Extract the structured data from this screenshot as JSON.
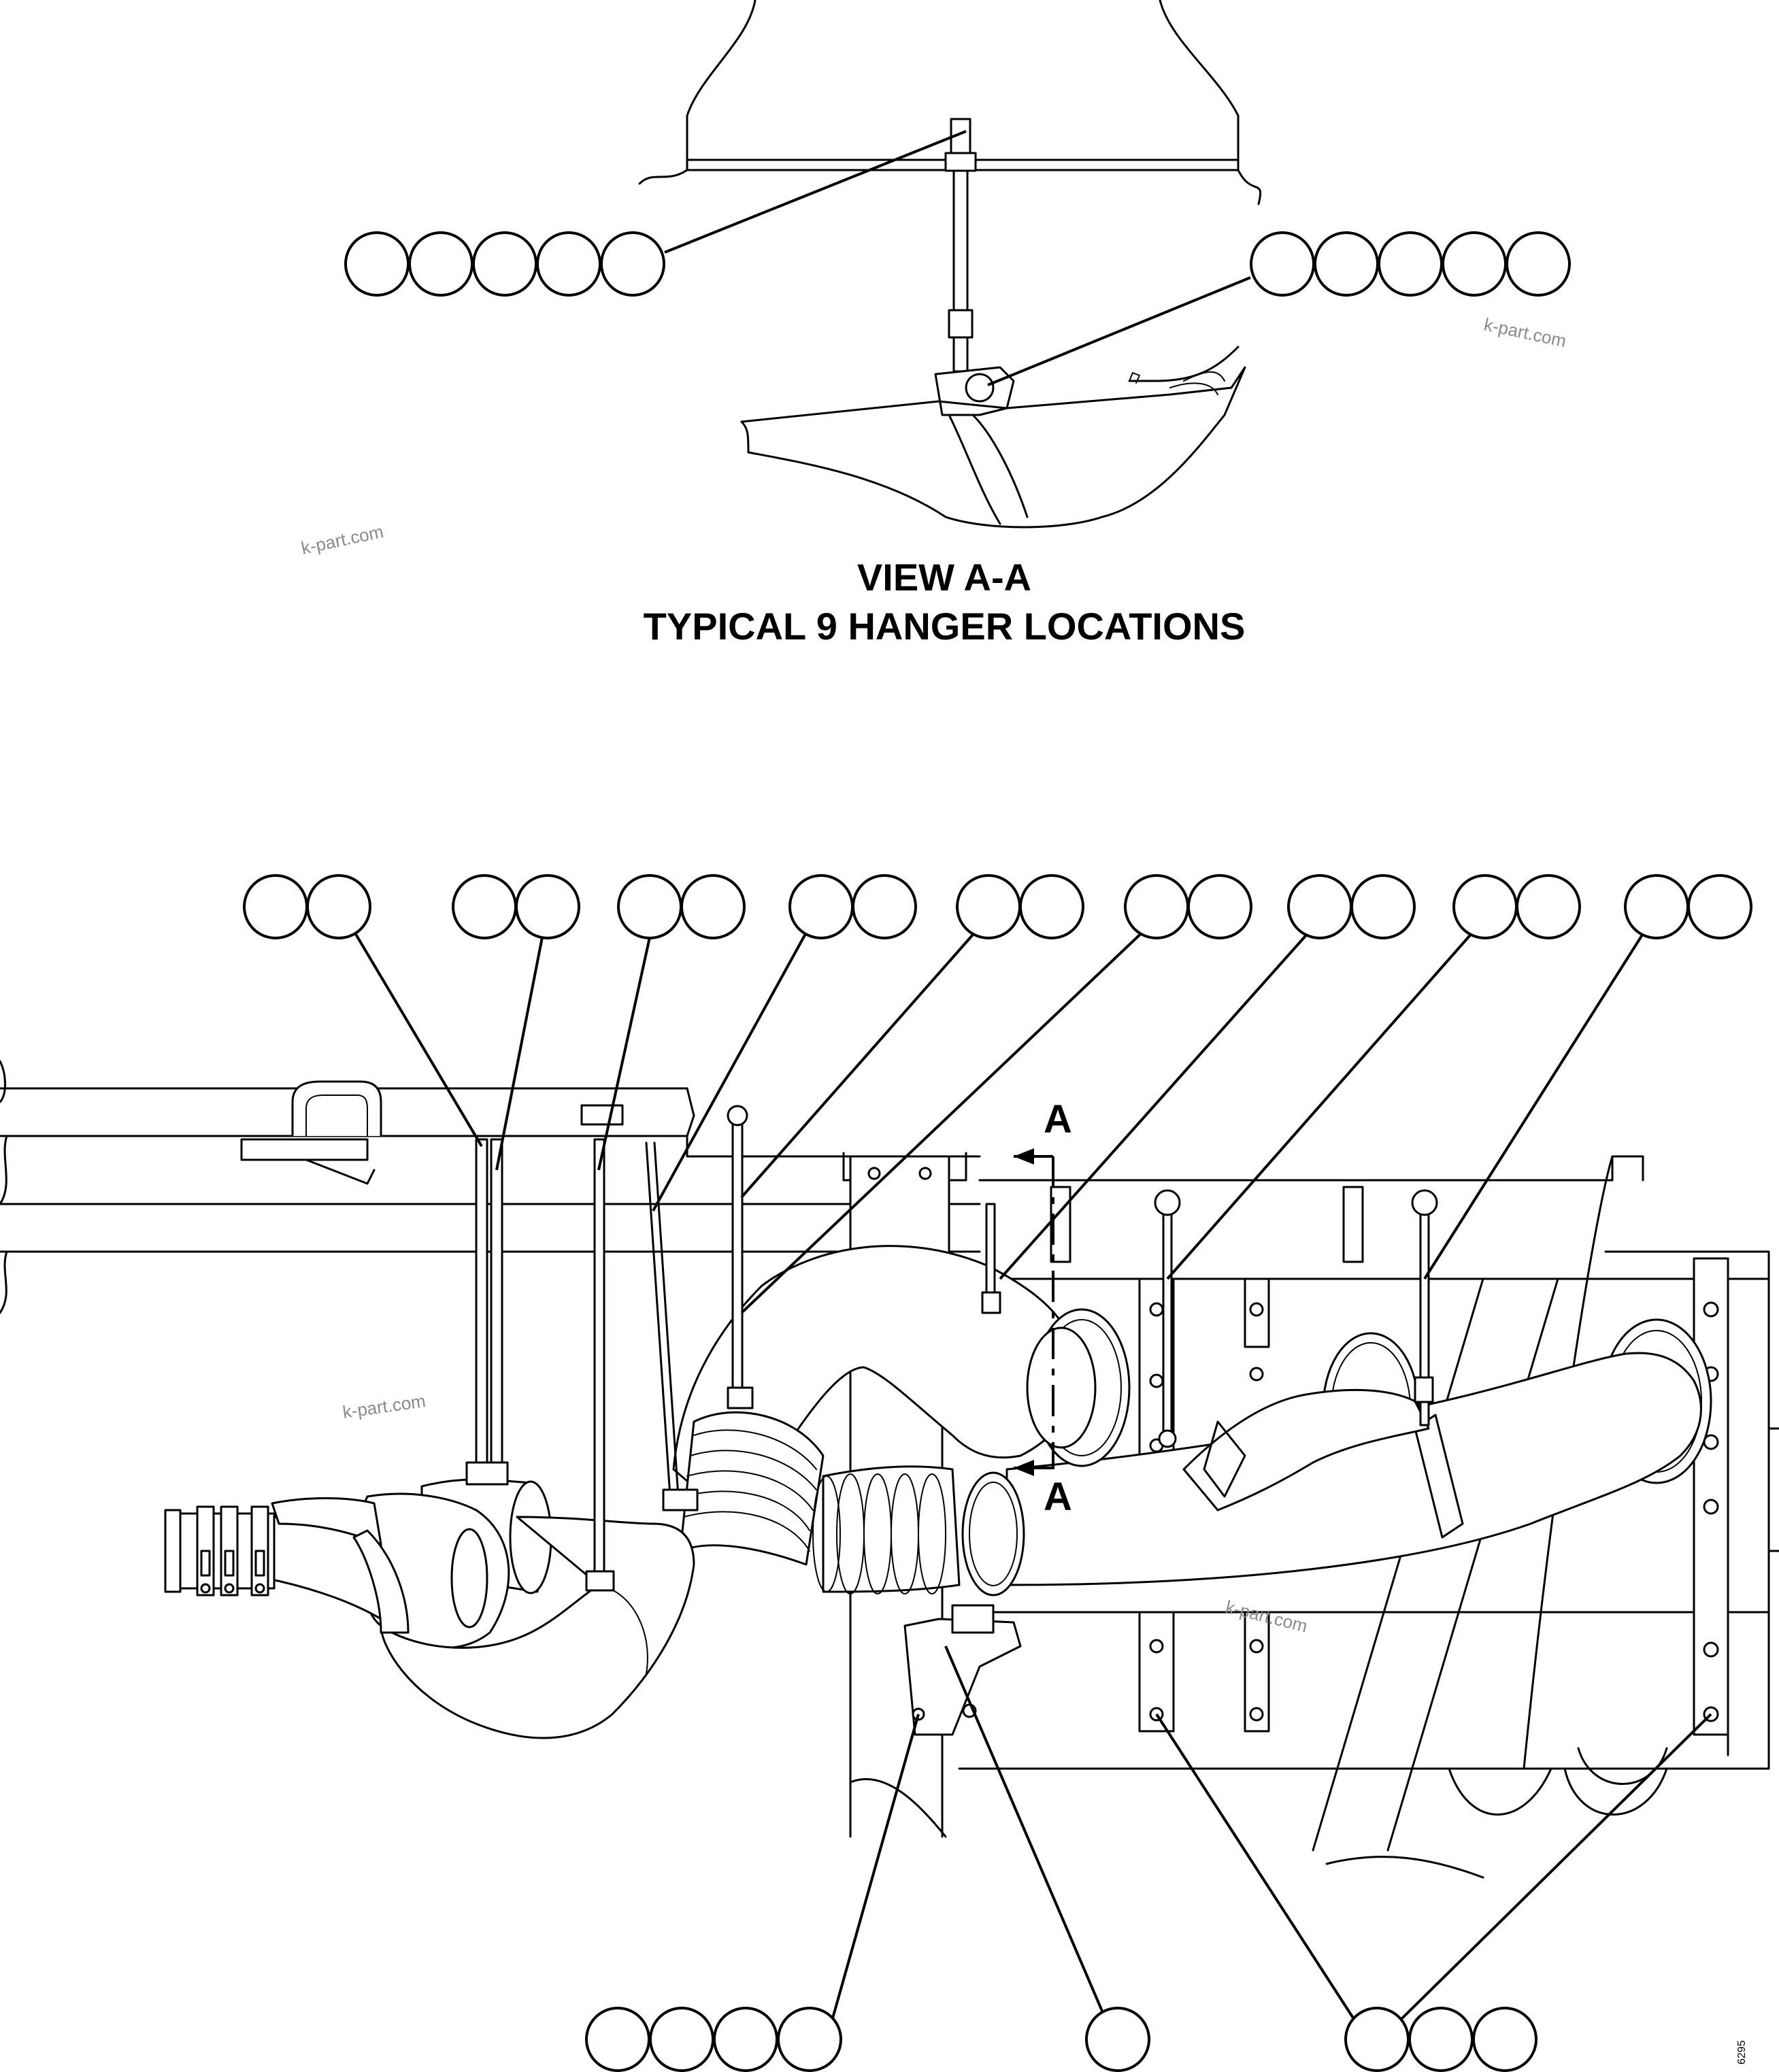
{
  "view_title": "VIEW A-A",
  "view_subtitle": "TYPICAL 9 HANGER LOCATIONS",
  "section_markers": {
    "top": "A",
    "bottom": "A"
  },
  "watermark": "k-part.com",
  "image_code": "6295"
}
